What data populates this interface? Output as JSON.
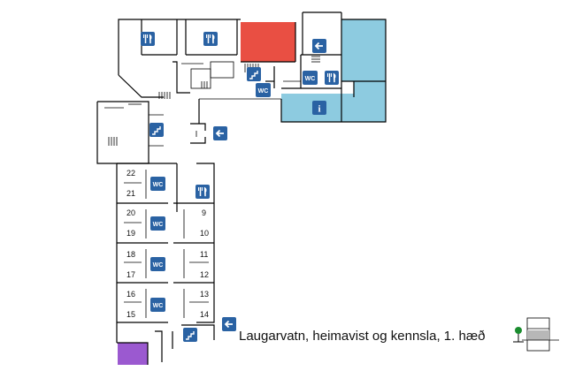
{
  "map": {
    "title": "Laugarvatn, heimavist og kennsla, 1. hæð",
    "room_numbers": [
      "22",
      "21",
      "20",
      "19",
      "18",
      "17",
      "16",
      "15",
      "9",
      "10",
      "11",
      "12",
      "13",
      "14"
    ],
    "icons": {
      "wc": "WC",
      "restaurant": "restaurant-icon",
      "exit": "exit-arrow-icon",
      "stairs": "stairs-icon",
      "info": "i"
    },
    "colors": {
      "highlight_red": "#e94f43",
      "highlight_blue": "#8dcbe0",
      "highlight_purple": "#9b59d0",
      "icon_blue": "#2a62a3",
      "legend_green": "#1a8c2e",
      "legend_gray": "#b7b7b7"
    }
  }
}
